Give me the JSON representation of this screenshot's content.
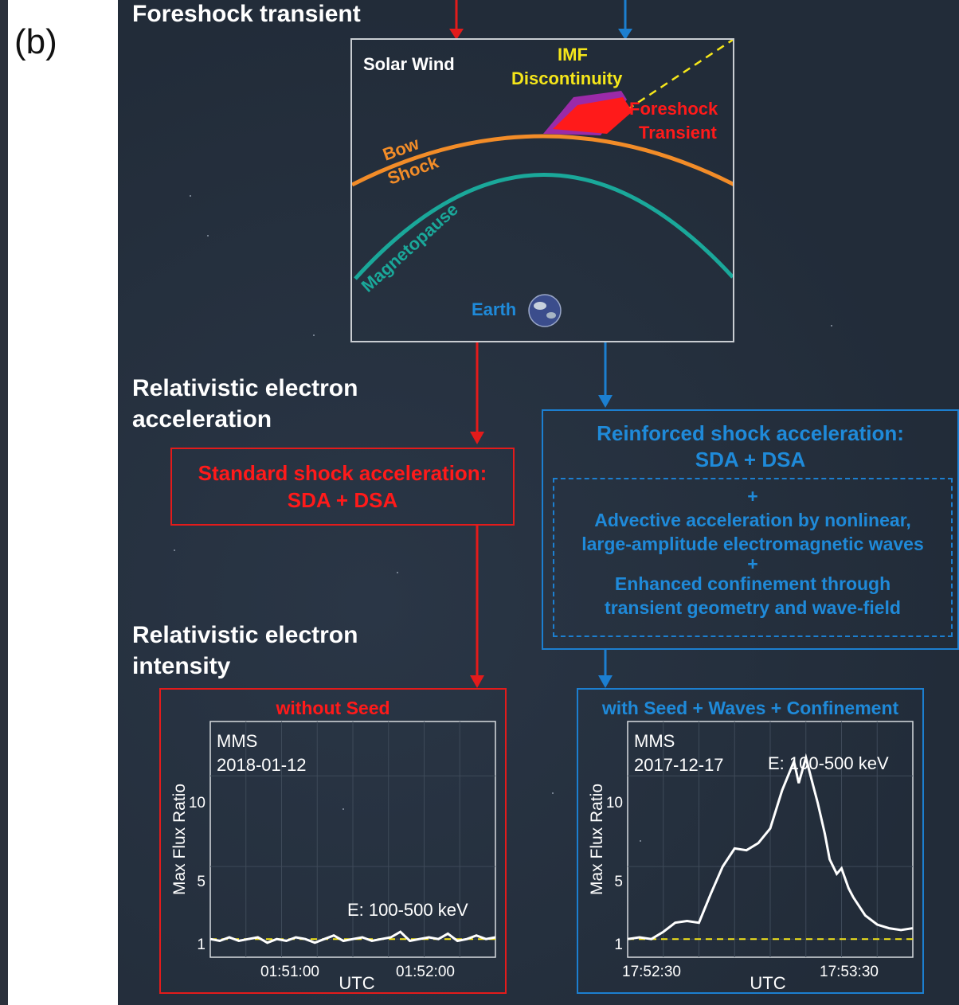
{
  "panel_label": "(b)",
  "headings": {
    "foreshock": "Foreshock transient",
    "acceleration": "Relativistic electron\nacceleration",
    "intensity": "Relativistic electron\nintensity"
  },
  "schematic": {
    "solar_wind": "Solar Wind",
    "imf_line1": "IMF",
    "imf_line2": "Discontinuity",
    "foreshock_line1": "Foreshock",
    "foreshock_line2": "Transient",
    "bow_line1": "Bow",
    "bow_line2": "Shock",
    "magnetopause": "Magnetopause",
    "earth": "Earth"
  },
  "standard_box": {
    "line1": "Standard shock acceleration:",
    "line2": "SDA + DSA"
  },
  "reinforced_box": {
    "line1": "Reinforced shock acceleration:",
    "line2": "SDA + DSA",
    "plus1": "+",
    "adv_line1": "Advective acceleration by nonlinear,",
    "adv_line2": "large-amplitude electromagnetic waves",
    "plus2": "+",
    "conf_line1": "Enhanced confinement through",
    "conf_line2": "transient geometry and wave-field"
  },
  "colors": {
    "red": "#ff1a1a",
    "blue": "#1f8ad9",
    "orange": "#f28c28",
    "teal": "#1aa89a",
    "yellow": "#f5e61a",
    "purple": "#9b2aa8",
    "background": "#253140"
  },
  "plots": {
    "left": {
      "title": "without Seed",
      "mission": "MMS",
      "date": "2018-01-12",
      "energy": "E: 100-500 keV",
      "ylabel": "Max Flux Ratio",
      "xlabel": "UTC",
      "xticks": [
        "01:51:00",
        "01:52:00"
      ],
      "yticks": [
        "1",
        "5",
        "10"
      ]
    },
    "right": {
      "title": "with Seed + Waves + Confinement",
      "mission": "MMS",
      "date": "2017-12-17",
      "energy": "E: 100-500 keV",
      "ylabel": "Max Flux Ratio",
      "xlabel": "UTC",
      "xticks": [
        "17:52:30",
        "17:53:30"
      ],
      "yticks": [
        "1",
        "5",
        "10"
      ]
    }
  },
  "chart_data": [
    {
      "type": "line",
      "ylim": [
        0,
        13
      ],
      "xlim": [
        0,
        120
      ],
      "reference_line_y": 1,
      "series": [
        {
          "x": [
            0,
            4,
            8,
            12,
            16,
            20,
            24,
            28,
            32,
            36,
            40,
            44,
            48,
            52,
            56,
            60,
            64,
            68,
            72,
            76,
            80,
            84,
            88,
            92,
            96,
            100,
            104,
            108,
            112,
            116,
            120
          ],
          "values": [
            1.0,
            0.9,
            1.1,
            0.9,
            1.0,
            1.1,
            0.8,
            1.0,
            0.9,
            1.1,
            1.0,
            0.8,
            1.0,
            1.2,
            0.9,
            1.0,
            1.1,
            0.9,
            1.0,
            1.1,
            1.4,
            0.9,
            1.0,
            1.1,
            1.0,
            1.3,
            0.9,
            1.0,
            1.2,
            1.0,
            1.1
          ]
        }
      ]
    },
    {
      "type": "line",
      "ylim": [
        0,
        13
      ],
      "xlim": [
        0,
        120
      ],
      "reference_line_y": 1,
      "series": [
        {
          "x": [
            0,
            5,
            10,
            15,
            20,
            25,
            30,
            35,
            40,
            45,
            50,
            55,
            60,
            65,
            70,
            72,
            75,
            78,
            80,
            83,
            85,
            88,
            90,
            93,
            95,
            100,
            105,
            110,
            115,
            120
          ],
          "values": [
            1.0,
            1.1,
            1.0,
            1.4,
            1.9,
            2.0,
            1.9,
            3.5,
            5.0,
            6.0,
            5.9,
            6.3,
            7.1,
            9.2,
            10.8,
            9.6,
            11.0,
            9.5,
            8.5,
            6.8,
            5.4,
            4.6,
            4.9,
            3.8,
            3.3,
            2.3,
            1.8,
            1.6,
            1.5,
            1.6
          ]
        }
      ]
    }
  ]
}
